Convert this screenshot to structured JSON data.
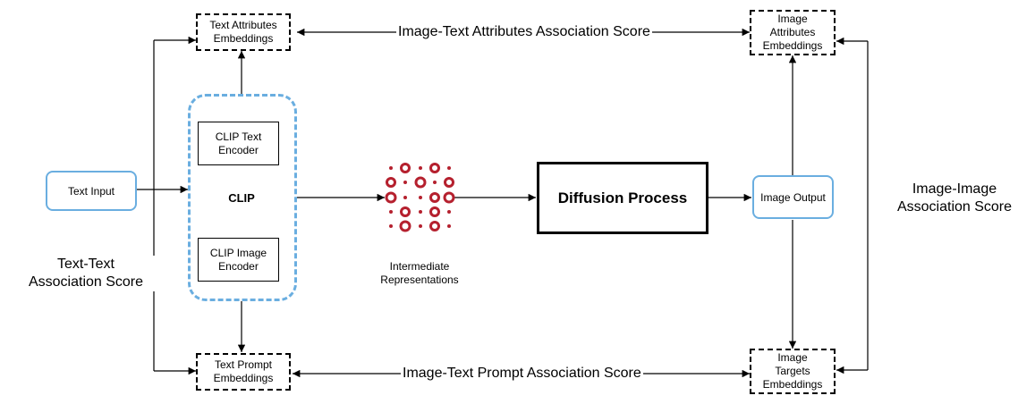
{
  "nodes": {
    "text_attributes_embeddings": "Text Attributes\nEmbeddings",
    "image_attributes_embeddings": "Image\nAttributes\nEmbeddings",
    "clip_text_encoder": "CLIP Text\nEncoder",
    "clip": "CLIP",
    "clip_image_encoder": "CLIP Image\nEncoder",
    "text_input": "Text Input",
    "intermediate_representations": "Intermediate\nRepresentations",
    "diffusion_process": "Diffusion Process",
    "image_output": "Image Output",
    "text_prompt_embeddings": "Text Prompt\nEmbeddings",
    "image_targets_embeddings": "Image\nTargets\nEmbeddings"
  },
  "scores": {
    "image_text_attributes": "Image-Text Attributes Association Score",
    "image_text_prompt": "Image-Text Prompt Association Score",
    "text_text": "Text-Text\nAssociation Score",
    "image_image": "Image-Image\nAssociation Score"
  },
  "colors": {
    "clip_accent": "#6aaee0",
    "dots": "#b5202e"
  }
}
